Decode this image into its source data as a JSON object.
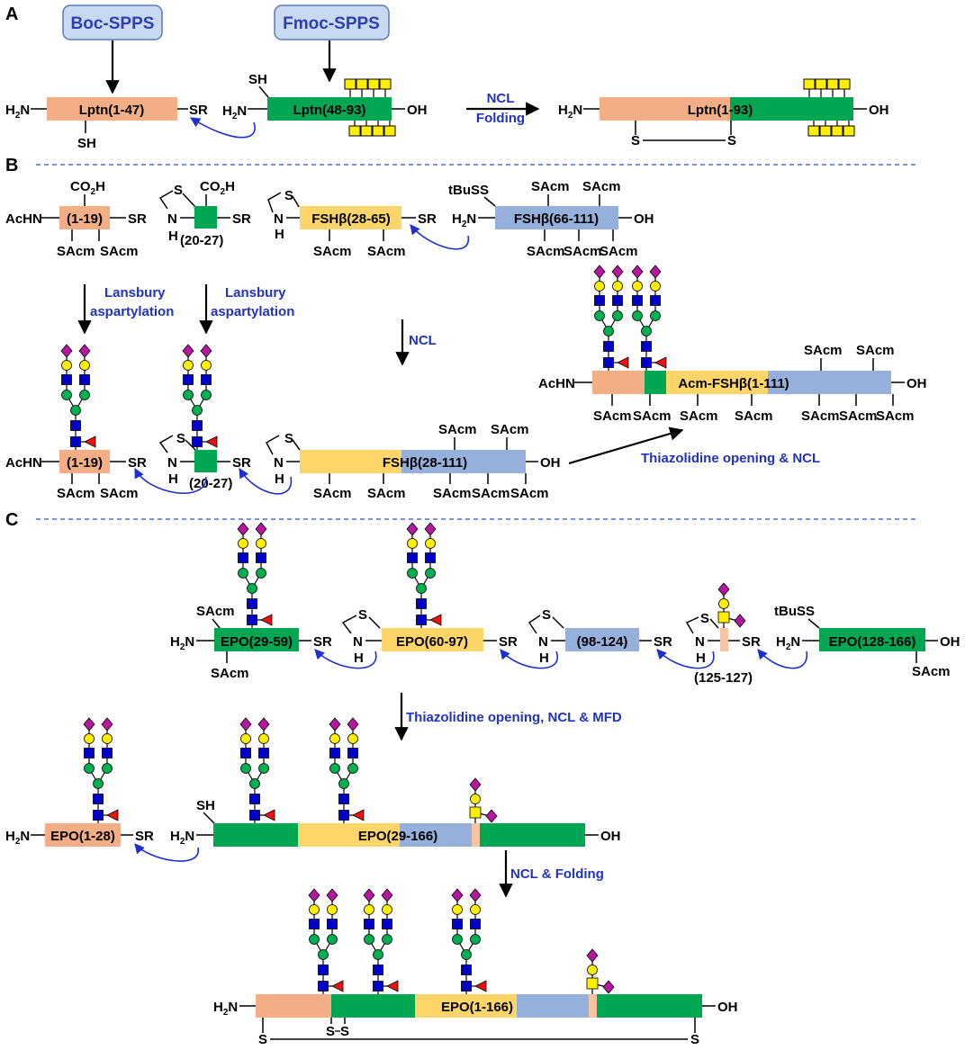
{
  "panels": {
    "a": "A",
    "b": "B",
    "c": "C"
  },
  "terms": {
    "sr": "SR",
    "oh": "OH",
    "sh": "SH",
    "s": "S",
    "n": "N",
    "h": "H",
    "sacm": "SAcm",
    "achn": "AcHN",
    "tbuss": "tBuSS"
  },
  "panel_a": {
    "method_1": "Boc-SPPS",
    "method_2": "Fmoc-SPPS",
    "frag1": "Lptn(1-47)",
    "frag2": "Lptn(48-93)",
    "step_1": "NCL",
    "step_2": "Folding",
    "product": "Lptn(1-93)"
  },
  "panel_b": {
    "s_1_19": "(1-19)",
    "s_20_27": "(20-27)",
    "s_fshb_28_65": "FSHβ(28-65)",
    "s_fshb_66_111": "FSHβ(66-111)",
    "step_lansbury_1": "Lansbury",
    "step_aspartylation": "aspartylation",
    "step_ncl": "NCL",
    "s_fshb_28_111": "FSHβ(28-111)",
    "step_thz_ncl": "Thiazolidine opening & NCL",
    "s_acm_fshb": "Acm-FSHβ(1-111)"
  },
  "panel_c": {
    "s_29_59": "EPO(29-59)",
    "s_60_97": "EPO(60-97)",
    "s_98_124": "(98-124)",
    "s_125_127": "(125-127)",
    "s_128_166": "EPO(128-166)",
    "step_1": "Thiazolidine opening, NCL & MFD",
    "s_1_28": "EPO(1-28)",
    "s_29_166": "EPO(29-166)",
    "step_2": "NCL & Folding",
    "s_1_166": "EPO(1-166)"
  },
  "colors": {
    "orange_segment": "#f3ae86",
    "green_segment": "#00a651",
    "yellow_segment": "#fed568",
    "blue_segment": "#96b0dc",
    "pink_segment": "#f7c4a2",
    "arrow_blue": "#1f2fcc",
    "text_blue": "#2233bb",
    "box_fill": "#c9d9f2",
    "sialic_acid": "#b5179e",
    "galactose": "#ffee00",
    "glcnac": "#0000cc",
    "mannose": "#00b050",
    "fucose": "#ee1111"
  }
}
